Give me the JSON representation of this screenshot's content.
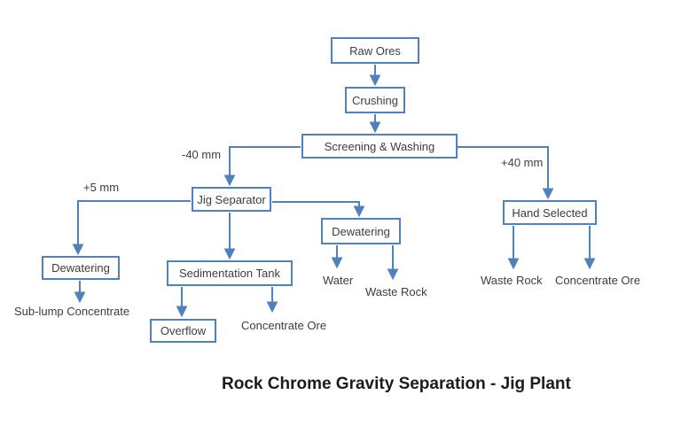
{
  "title": "Rock Chrome Gravity Separation - Jig Plant",
  "colors": {
    "line": "#4f81bd",
    "box_border": "#4f81bd",
    "box_background": "#ffffff",
    "node_text": "#3d3d3d",
    "title_text": "#1c1c1c",
    "page_background": "#ffffff"
  },
  "nodes": {
    "raw_ores": "Raw Ores",
    "crushing": "Crushing",
    "screening_washing": "Screening & Washing",
    "jig_separator": "Jig Separator",
    "hand_selected": "Hand Selected",
    "dewatering_left": "Dewatering",
    "sedimentation_tank": "Sedimentation Tank",
    "dewatering_mid": "Dewatering",
    "overflow": "Overflow"
  },
  "labels": {
    "minus_40mm": "-40 mm",
    "plus_40mm": "+40 mm",
    "plus_5mm": "+5 mm",
    "sub_lump_concentrate": "Sub-lump Concentrate",
    "concentrate_ore_mid": "Concentrate Ore",
    "water": "Water",
    "waste_rock_mid": "Waste Rock",
    "waste_rock_right": "Waste Rock",
    "concentrate_ore_right": "Concentrate Ore"
  }
}
